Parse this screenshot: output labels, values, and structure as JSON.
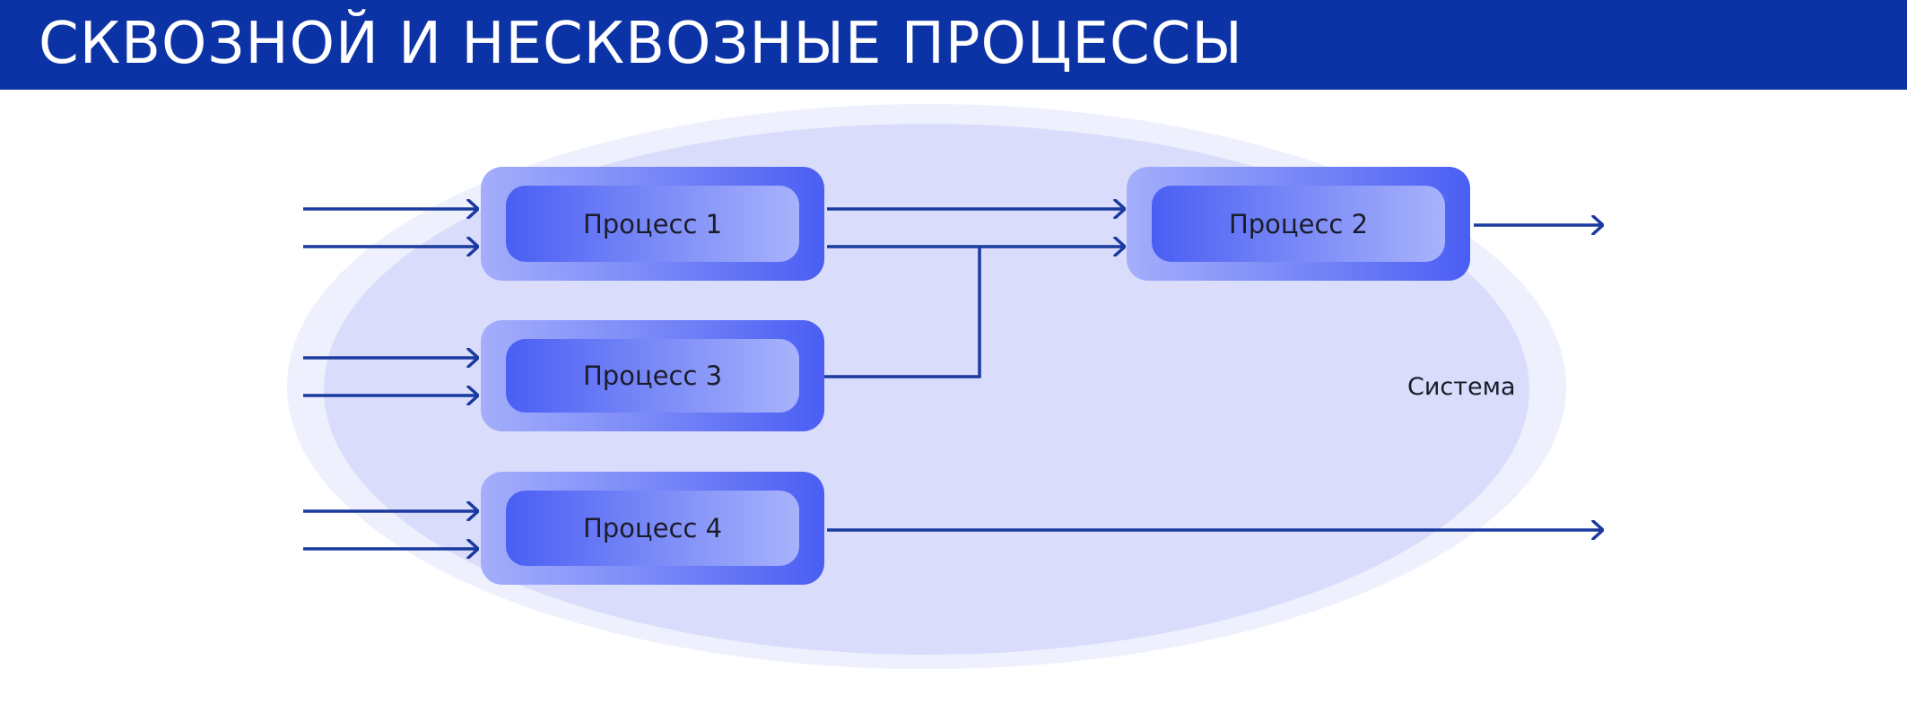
{
  "header": {
    "title": "СКВОЗНОЙ И НЕСКВОЗНЫЕ ПРОЦЕССЫ"
  },
  "diagram": {
    "system_label": "Система",
    "processes": [
      {
        "id": "p1",
        "label": "Процесс 1"
      },
      {
        "id": "p2",
        "label": "Процесс 2"
      },
      {
        "id": "p3",
        "label": "Процесс 3"
      },
      {
        "id": "p4",
        "label": "Процесс 4"
      }
    ],
    "connections": [
      {
        "from": "input",
        "to": "p1",
        "count": 2
      },
      {
        "from": "input",
        "to": "p3",
        "count": 2
      },
      {
        "from": "input",
        "to": "p4",
        "count": 2
      },
      {
        "from": "p1",
        "to": "p2",
        "count": 2
      },
      {
        "from": "p3",
        "to": "p2",
        "count": 1
      },
      {
        "from": "p2",
        "to": "output",
        "count": 1
      },
      {
        "from": "p4",
        "to": "output",
        "count": 1
      }
    ]
  },
  "colors": {
    "header": "#0c33a6",
    "line": "#1a3aa0",
    "ellipse_outer": "#eef0fd",
    "ellipse_inner": "#d9ddfb"
  }
}
